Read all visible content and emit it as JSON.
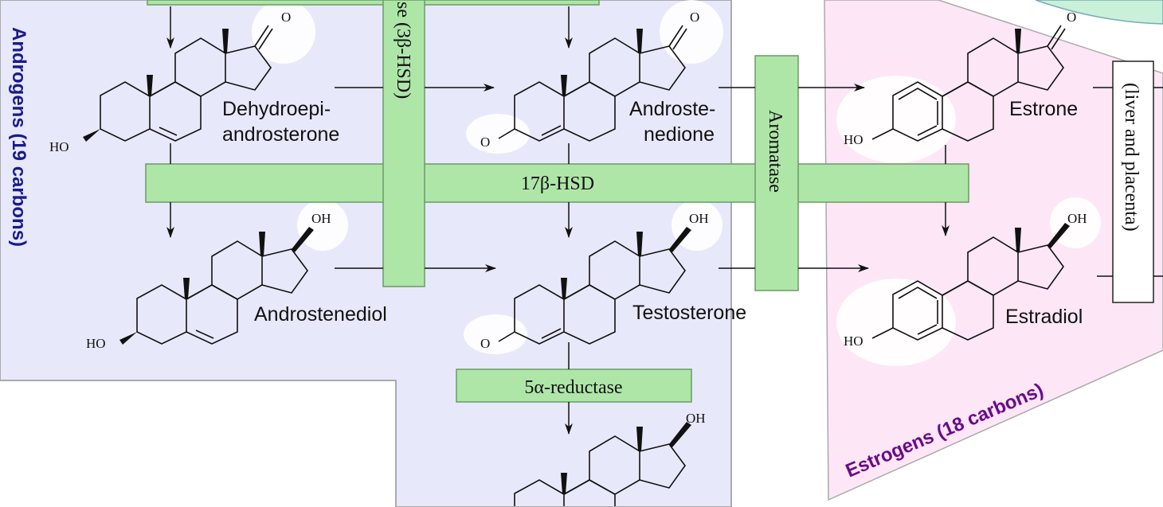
{
  "groups": {
    "androgens": "Androgens (19 carbons)",
    "estrogens": "Estrogens (18 carbons)"
  },
  "enzymes": {
    "hsd3b": "se (3β-HSD)",
    "hsd17b": "17β-HSD",
    "aromatase": "Aromatase",
    "reductase": "5α-reductase",
    "liver": "(liver and placenta)"
  },
  "compounds": {
    "dhea_1": "Dehydroepi-",
    "dhea_2": "androsterone",
    "androstenedione_1": "Androste-",
    "androstenedione_2": "nedione",
    "androstenediol": "Androstenediol",
    "testosterone": "Testosterone",
    "estrone": "Estrone",
    "estradiol": "Estradiol"
  },
  "substituents": {
    "ho": "HO",
    "oh": "OH",
    "o": "O"
  },
  "colors": {
    "androgen_bg": "#e8e8fb",
    "estrogen_bg": "#fde6f6",
    "enzyme": "#aee6a8",
    "androgen_text": "#1a1a8c",
    "estrogen_text": "#6a0a8a"
  }
}
